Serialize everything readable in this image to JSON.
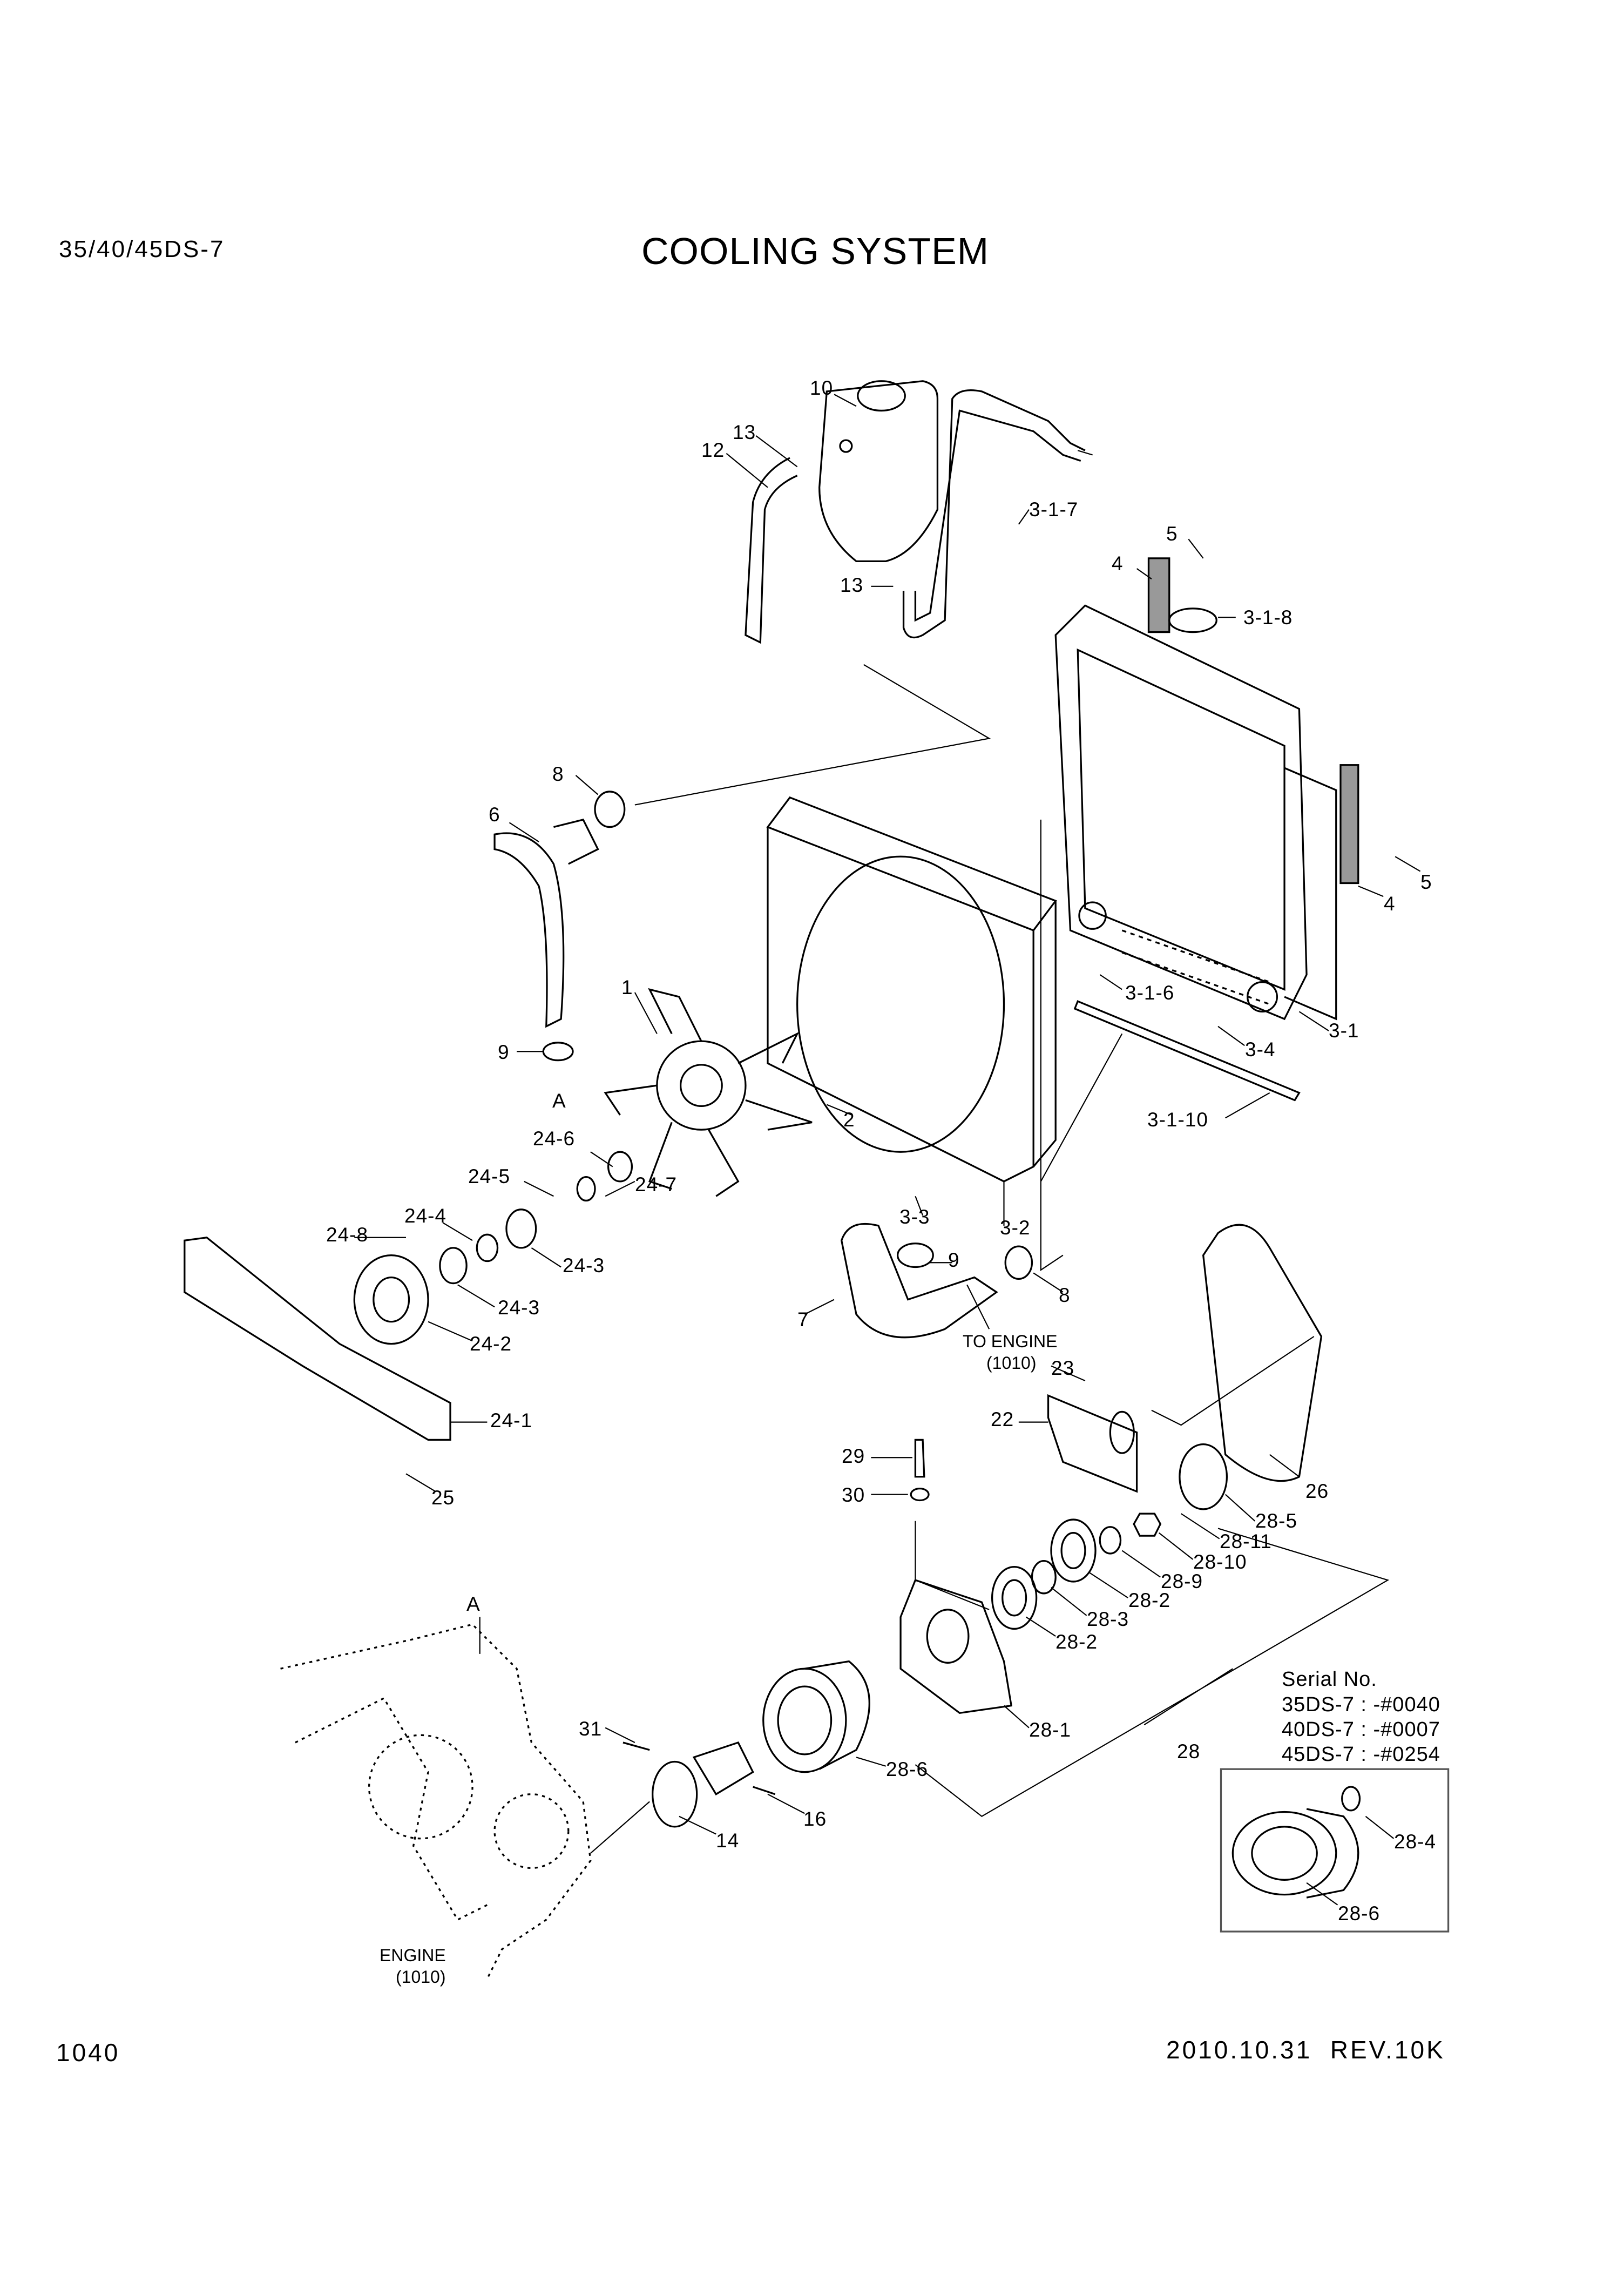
{
  "header": {
    "model": "35/40/45DS-7",
    "title": "COOLING SYSTEM"
  },
  "callouts": [
    "10",
    "13",
    "12",
    "3-1-7",
    "5",
    "4",
    "13",
    "3-1-8",
    "8",
    "6",
    "5",
    "4",
    "1",
    "3-1-6",
    "3-1",
    "9",
    "3-4",
    "A",
    "2",
    "3-1-10",
    "24-6",
    "24-5",
    "24-7",
    "3-3",
    "3-2",
    "24-4",
    "24-8",
    "24-3",
    "9",
    "24-3",
    "7",
    "8",
    "24-2",
    "23",
    "22",
    "24-1",
    "29",
    "26",
    "30",
    "25",
    "28-5",
    "28-11",
    "28-10",
    "28-9",
    "28-2",
    "28-3",
    "A",
    "28-2",
    "31",
    "28-1",
    "28",
    "28-6",
    "16",
    "14",
    "28-4",
    "28-6"
  ],
  "notes": {
    "to_engine": "TO ENGINE",
    "to_engine_ref": "(1010)",
    "engine": "ENGINE",
    "engine_ref": "(1010)"
  },
  "serial": {
    "title": "Serial No.",
    "lines": [
      "35DS-7 : -#0040",
      "40DS-7 : -#0007",
      "45DS-7 : -#0254"
    ]
  },
  "footer": {
    "page": "1040",
    "date_rev": "2010.10.31  REV.10K"
  }
}
